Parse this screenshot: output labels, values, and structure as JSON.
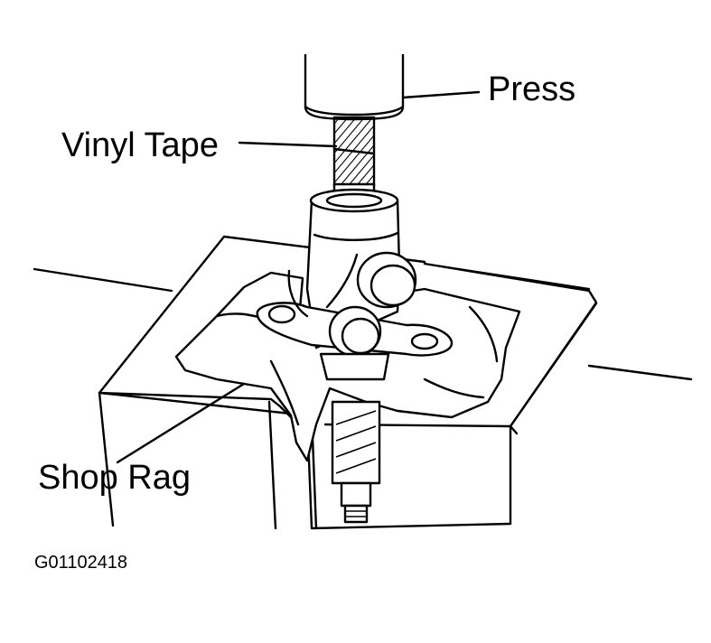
{
  "labels": {
    "press": "Press",
    "vinyl_tape": "Vinyl Tape",
    "shop_rag": "Shop Rag",
    "figure_code": "G01102418"
  },
  "colors": {
    "ink": "#000000",
    "paper": "#ffffff"
  }
}
